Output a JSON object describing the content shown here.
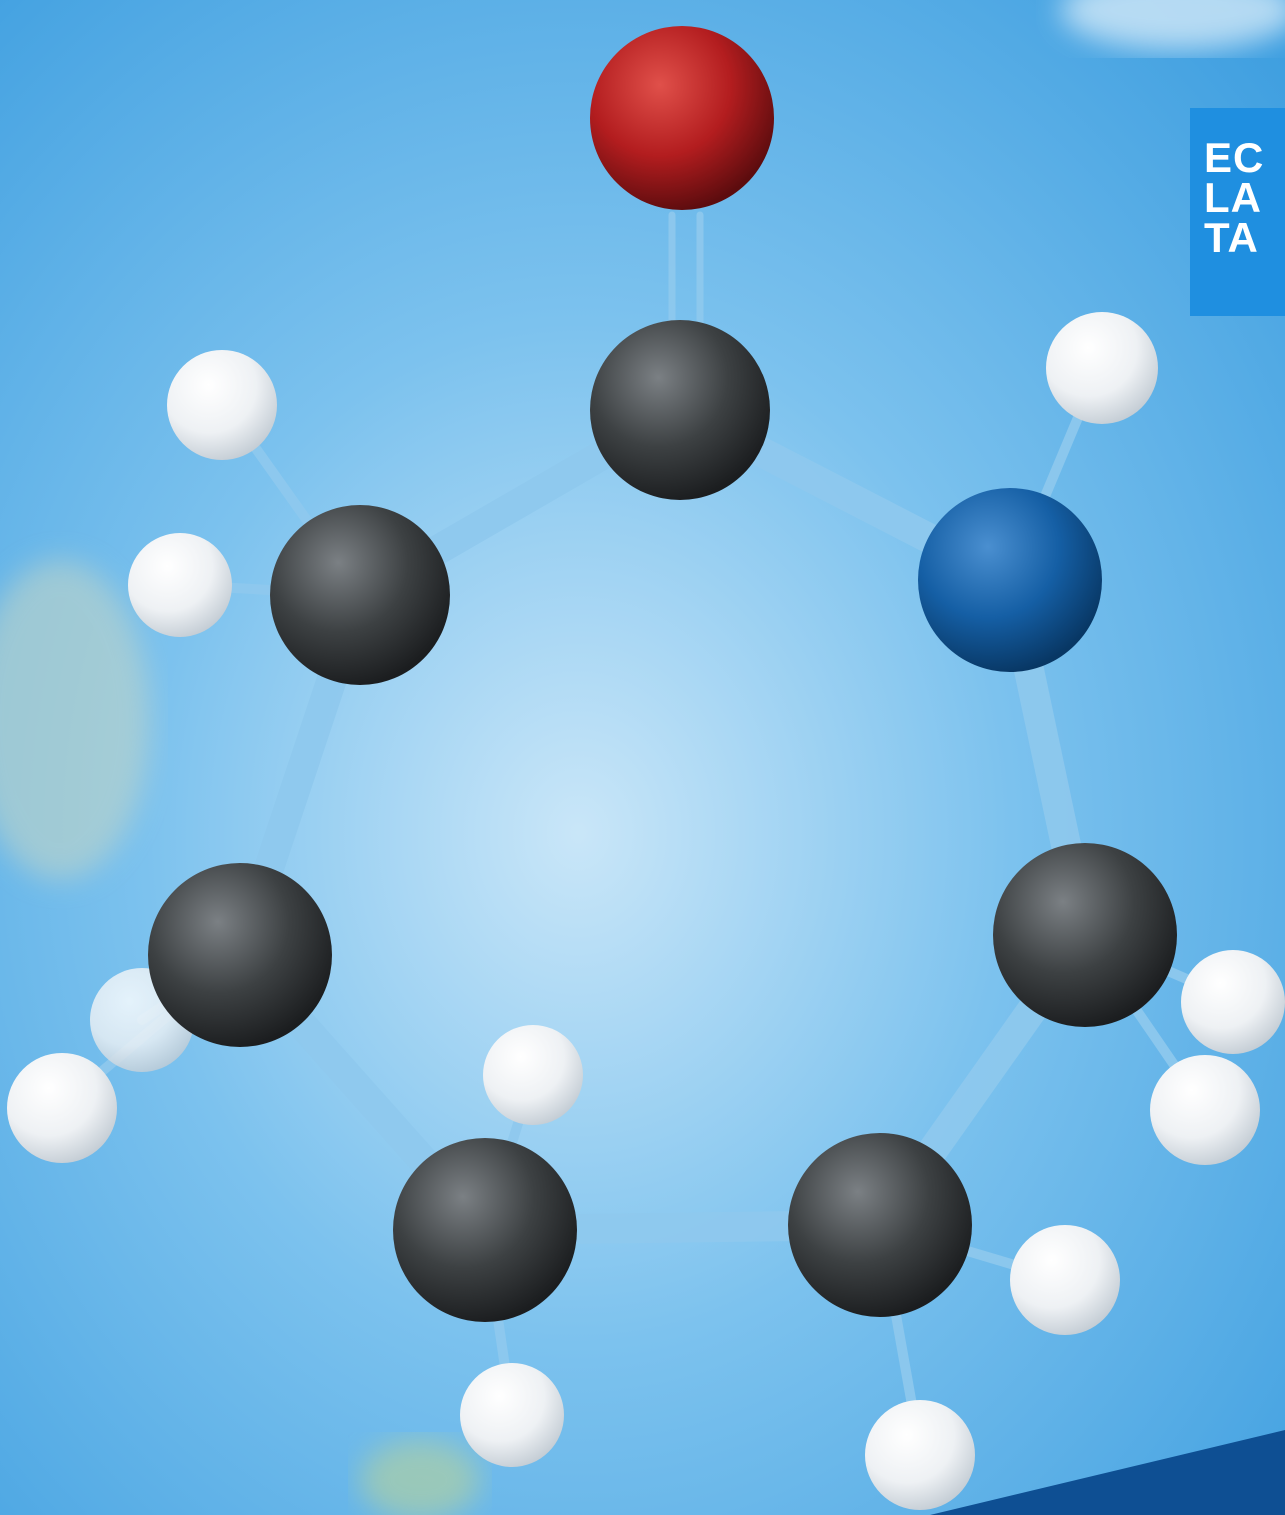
{
  "colors": {
    "sky_light": "#bfe0f6",
    "sky": "#4aa9e6",
    "sky_deep": "#2c8fd8",
    "logo_bg": "#1f8fe0",
    "bottom_band": "#0e4f93",
    "carbon": "#3d4143",
    "oxygen": "#b31d1f",
    "nitrogen": "#155fa5",
    "hydrogen": "#f2f4f6",
    "bond": "#8fc9ee"
  },
  "logo": {
    "lines": [
      "EC",
      "LA",
      "TA"
    ]
  }
}
